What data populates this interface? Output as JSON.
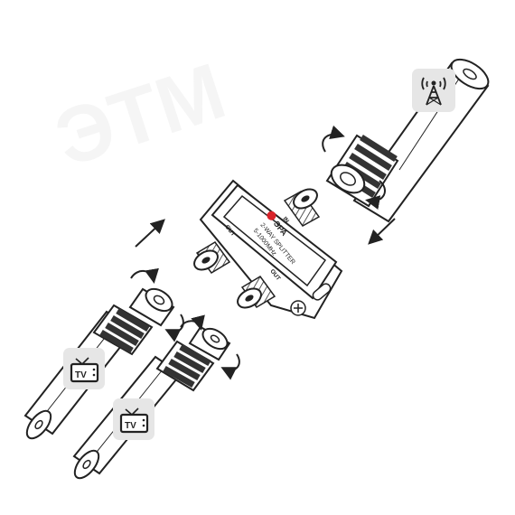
{
  "watermark": {
    "text": "ЭТМ"
  },
  "splitter": {
    "brand": "ЭРА",
    "model": "2-WAY SPLITTER",
    "frequency": "5-1000MHz",
    "port_in": "IN",
    "port_out_left": "OUT",
    "port_out_right": "OUT"
  },
  "badges": {
    "antenna": {
      "icon": "antenna-tower-icon"
    },
    "tv1": {
      "icon": "tv-icon",
      "label": "TV"
    },
    "tv2": {
      "icon": "tv-icon",
      "label": "TV"
    }
  },
  "colors": {
    "brand_red": "#d8232a",
    "badge_bg": "#e6e6e6",
    "line": "#222222"
  }
}
